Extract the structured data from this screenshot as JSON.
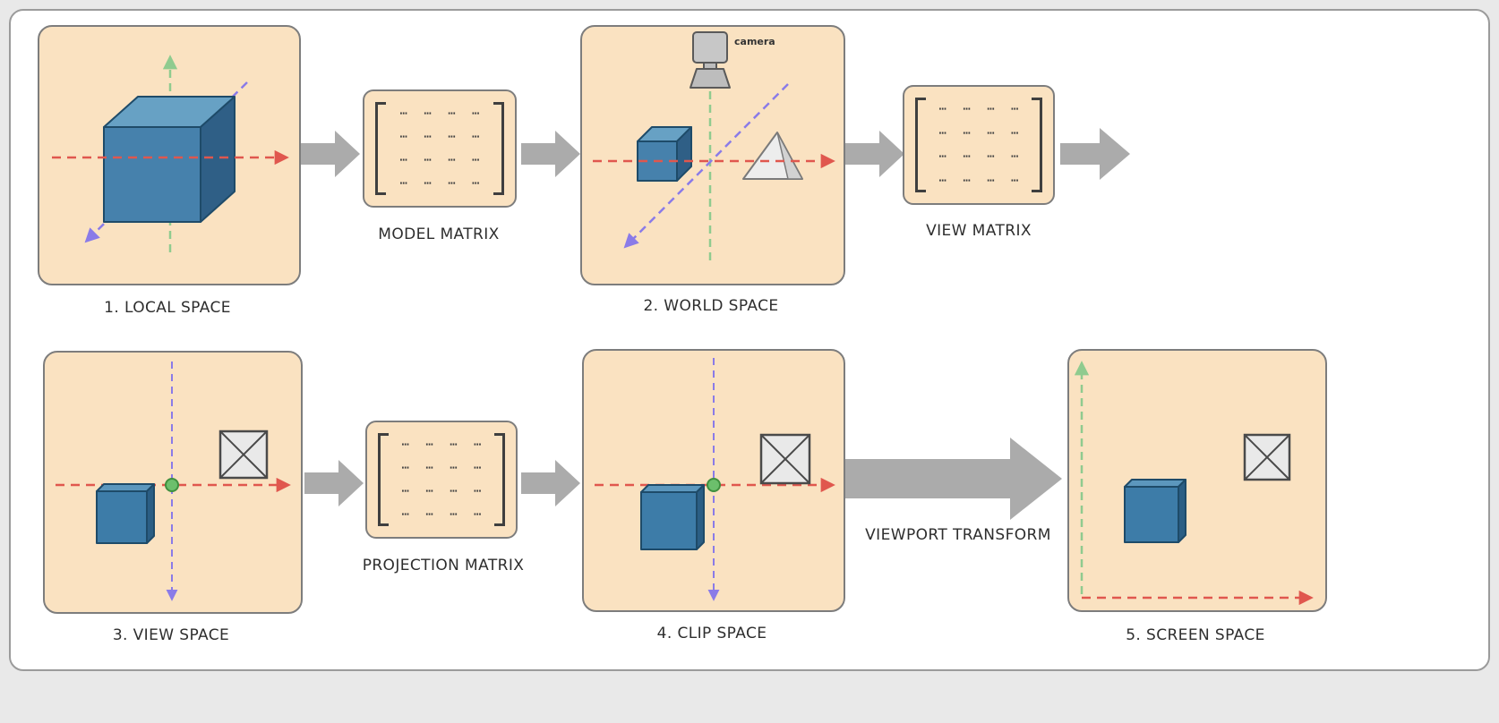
{
  "panels": {
    "local": {
      "label": "1. LOCAL SPACE"
    },
    "world": {
      "label": "2. WORLD SPACE",
      "camera_label": "camera"
    },
    "view": {
      "label": "3. VIEW SPACE"
    },
    "clip": {
      "label": "4. CLIP SPACE"
    },
    "screen": {
      "label": "5. SCREEN SPACE"
    }
  },
  "matrices": {
    "model": {
      "label": "MODEL MATRIX"
    },
    "view": {
      "label": "VIEW MATRIX"
    },
    "projection": {
      "label": "PROJECTION MATRIX"
    },
    "rows": [
      "⋯ ⋯ ⋯ ⋯",
      "⋯ ⋯ ⋯ ⋯",
      "⋯ ⋯ ⋯ ⋯",
      "⋯ ⋯ ⋯ ⋯"
    ]
  },
  "arrows": {
    "viewport_transform_label": "VIEWPORT TRANSFORM"
  },
  "icons": {
    "camera": "camera-icon",
    "cube": "cube-icon",
    "pyramid": "pyramid-icon",
    "crossed_box": "x-box-icon",
    "origin_dot": "origin-dot-icon",
    "flow_arrow": "flow-arrow-icon"
  },
  "colors": {
    "panel_fill": "#FAE2C1",
    "panel_border": "#7D7D7D",
    "frame_border": "#9B9B9B",
    "arrow_gray": "#ABABAB",
    "axis_x_red": "#E0574E",
    "axis_y_green": "#8FCB8F",
    "axis_z_purple": "#8A7BE8",
    "cube_blue": "#3D7CA8",
    "matrix_glyphs": "#3F3F3F"
  }
}
